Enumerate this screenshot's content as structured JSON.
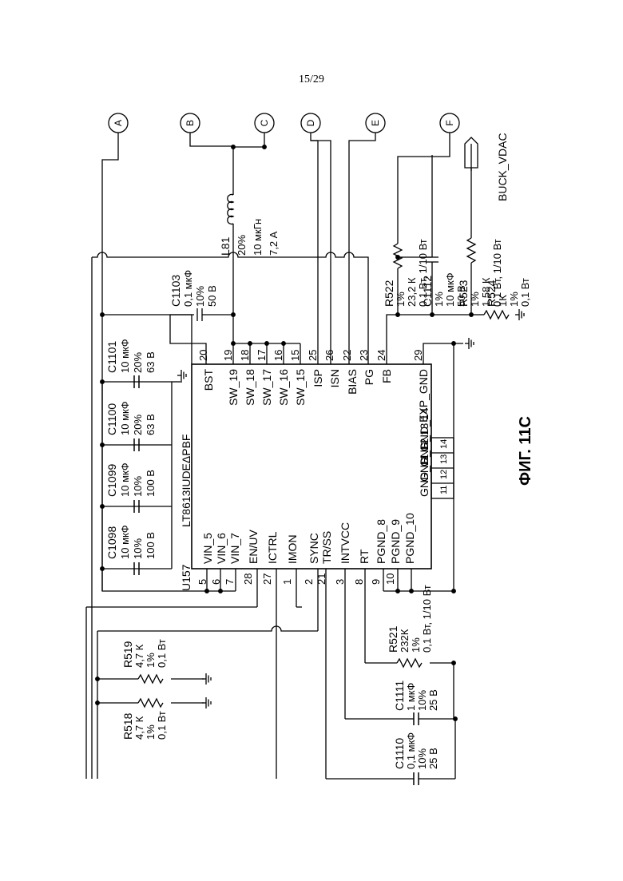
{
  "page": {
    "number": "15/29"
  },
  "figure": {
    "caption": "ФИГ. 11C"
  },
  "connectors": [
    "A",
    "B",
    "C",
    "D",
    "E",
    "F"
  ],
  "chip": {
    "ref": "U157",
    "part": "LT8613IUDEΔPBF",
    "left_pins": [
      {
        "num": "5",
        "name": "VIN_5"
      },
      {
        "num": "6",
        "name": "VIN_6"
      },
      {
        "num": "7",
        "name": "VIN_7"
      },
      {
        "num": "28",
        "name": "EN/UV"
      },
      {
        "num": "27",
        "name": "ICTRL"
      },
      {
        "num": "1",
        "name": "IMON"
      },
      {
        "num": "2",
        "name": "SYNC"
      },
      {
        "num": "21",
        "name": "TR/SS"
      },
      {
        "num": "3",
        "name": "INTVCC"
      },
      {
        "num": "8",
        "name": "RT"
      },
      {
        "num": "9",
        "name": "PGND_8"
      },
      {
        "num": "10",
        "name": "PGND_9"
      },
      {
        "num": "",
        "name": "PGND_10"
      }
    ],
    "right_pins": [
      {
        "num": "20",
        "name": "BST"
      },
      {
        "num": "19",
        "name": "SW_19"
      },
      {
        "num": "18",
        "name": "SW_18"
      },
      {
        "num": "17",
        "name": "SW_17"
      },
      {
        "num": "16",
        "name": "SW_16"
      },
      {
        "num": "15",
        "name": "SW_15"
      },
      {
        "num": "25",
        "name": "ISP"
      },
      {
        "num": "26",
        "name": "ISN"
      },
      {
        "num": "22",
        "name": "BIAS"
      },
      {
        "num": "23",
        "name": "PG"
      },
      {
        "num": "24",
        "name": "FB"
      },
      {
        "num": "29",
        "name": "EXP_GND"
      }
    ],
    "gnd_pins": [
      {
        "num": "14",
        "name": "GND_14"
      },
      {
        "num": "13",
        "name": "GND_13"
      },
      {
        "num": "12",
        "name": "GND_12"
      },
      {
        "num": "11",
        "name": "GND_11"
      }
    ]
  },
  "components": [
    {
      "ref": "C1098",
      "lines": [
        "10 мкФ",
        "10%",
        "100 В"
      ]
    },
    {
      "ref": "C1099",
      "lines": [
        "10 мкФ",
        "10%",
        "100 В"
      ]
    },
    {
      "ref": "C1100",
      "lines": [
        "10 мкФ",
        "20%",
        "63 В"
      ]
    },
    {
      "ref": "C1101",
      "lines": [
        "10 мкФ",
        "20%",
        "63 В"
      ]
    },
    {
      "ref": "C1103",
      "lines": [
        "0,1 мкФ",
        "10%",
        "50 В"
      ]
    },
    {
      "ref": "L81",
      "lines": [
        "20%",
        "10 мкГн",
        "7,2 А"
      ]
    },
    {
      "ref": "R522",
      "lines": [
        "1%",
        "23,2 К",
        "0,1 Вт, 1/10 Вт"
      ]
    },
    {
      "ref": "C1112",
      "lines": [
        "1%",
        "10 мкФ",
        "50 В"
      ]
    },
    {
      "ref": "R523",
      "lines": [
        "1%",
        "1,58 К",
        "0,1 Вт, 1/10 Вт"
      ]
    },
    {
      "ref": "R524",
      "lines": [
        "1К",
        "1%",
        "0,1 Вт"
      ]
    },
    {
      "ref": "R521",
      "lines": [
        "232К",
        "1%",
        "0,1 Вт, 1/10 Вт"
      ]
    },
    {
      "ref": "C1111",
      "lines": [
        "1 мкФ",
        "10%",
        "25 В"
      ]
    },
    {
      "ref": "C1110",
      "lines": [
        "0,1 мкФ",
        "10%",
        "25 В"
      ]
    },
    {
      "ref": "R519",
      "lines": [
        "4,7 К",
        "1%",
        "0,1 Вт"
      ]
    },
    {
      "ref": "R518",
      "lines": [
        "4,7 К",
        "1%",
        "0,1 Вт"
      ]
    }
  ],
  "net_labels": {
    "buck_vdac": "BUCK_VDAC"
  }
}
